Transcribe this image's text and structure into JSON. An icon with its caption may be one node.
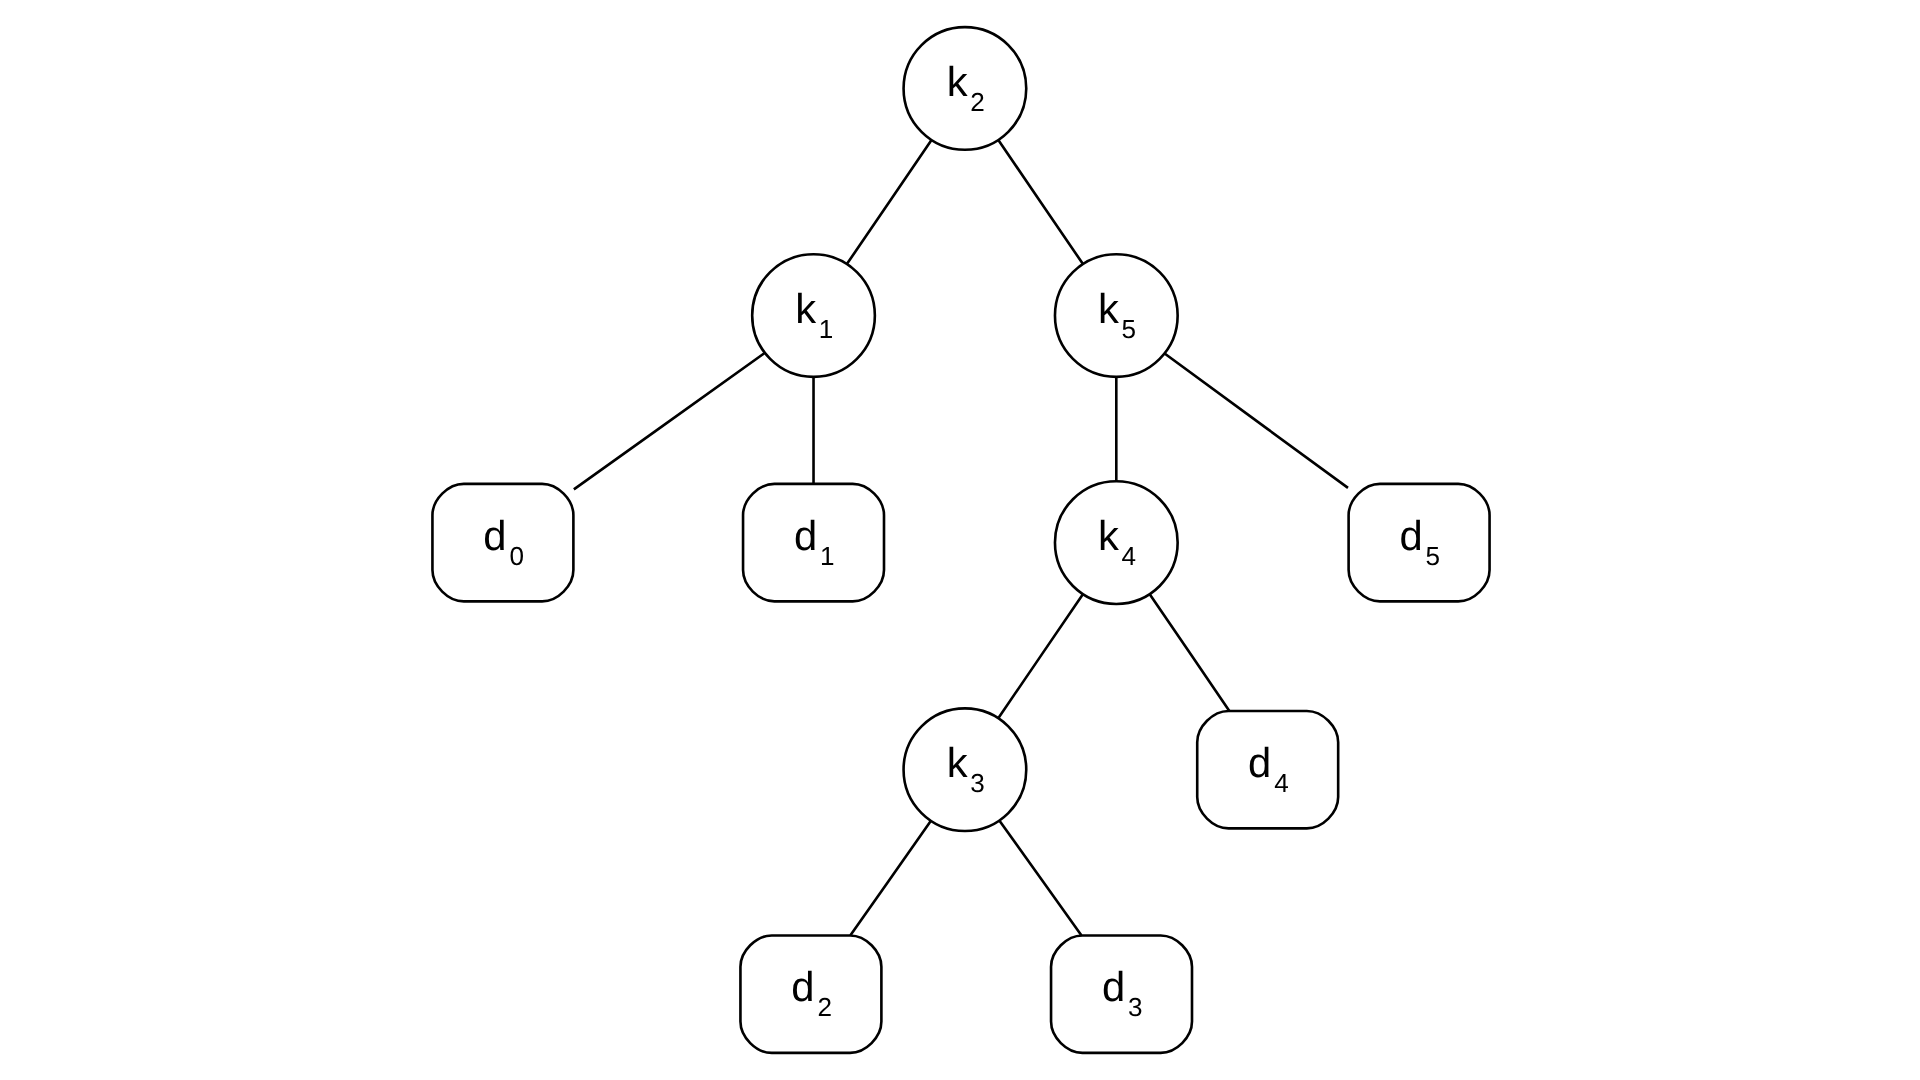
{
  "diagram": {
    "nodes": [
      {
        "text": [
          "k$_{2}$"
        ]
      },
      {
        "text": [
          "k$_{1}$"
        ]
      },
      {
        "text": [
          "k$_{5}$"
        ]
      },
      {
        "text": [
          "d$_{0}$"
        ]
      },
      {
        "text": [
          "d$_{1}$"
        ]
      },
      {
        "text": [
          "k$_{4}$"
        ]
      },
      {
        "text": [
          "d$_{5}$"
        ]
      },
      {
        "text": [
          "k$_{3}$"
        ]
      },
      {
        "text": [
          "d$_{4}$"
        ]
      },
      {
        "text": [
          "d$_{2}$"
        ]
      },
      {
        "text": [
          "d$_{3}$"
        ]
      }
    ],
    "edges": [
      {
        "from": 0,
        "to": 1,
        "arrow": "none"
      },
      {
        "from": 0,
        "to": 2,
        "arrow": "none"
      },
      {
        "from": 1,
        "to": 3,
        "arrow": "none"
      },
      {
        "from": 1,
        "to": 4,
        "arrow": "none"
      },
      {
        "from": 2,
        "to": 5,
        "arrow": "none"
      },
      {
        "from": 2,
        "to": 6,
        "arrow": "none"
      },
      {
        "from": 5,
        "to": 7,
        "arrow": "none"
      },
      {
        "from": 5,
        "to": 8,
        "arrow": "none"
      },
      {
        "from": 7,
        "to": 9,
        "arrow": "none"
      },
      {
        "from": 7,
        "to": 10,
        "arrow": "none"
      }
    ]
  }
}
